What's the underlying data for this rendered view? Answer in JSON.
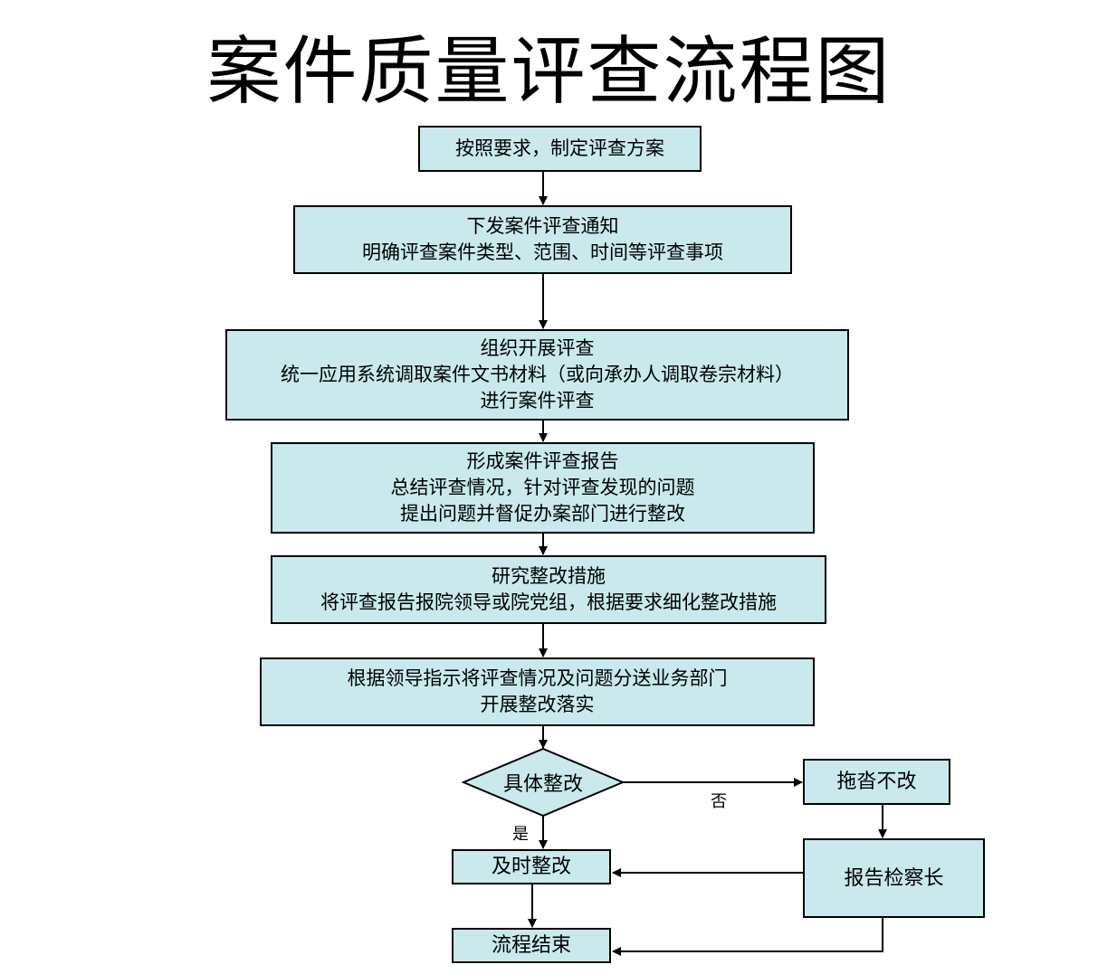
{
  "title": "案件质量评查流程图",
  "colors": {
    "box_fill": "#c9e9ec",
    "border": "#000000"
  },
  "nodes": {
    "plan": {
      "lines": [
        "按照要求，制定评查方案"
      ]
    },
    "notice": {
      "lines": [
        "下发案件评查通知",
        "明确评查案件类型、范围、时间等评查事项"
      ]
    },
    "organize": {
      "lines": [
        "组织开展评查",
        "统一应用系统调取案件文书材料（或向承办人调取卷宗材料）",
        "进行案件评查"
      ]
    },
    "report": {
      "lines": [
        "形成案件评查报告",
        "总结评查情况，针对评查发现的问题",
        "提出问题并督促办案部门进行整改"
      ]
    },
    "research": {
      "lines": [
        "研究整改措施",
        "将评查报告报院领导或院党组，根据要求细化整改措施"
      ]
    },
    "dispatch": {
      "lines": [
        "根据领导指示将评查情况及问题分送业务部门",
        "开展整改落实"
      ]
    },
    "decision": {
      "label": "具体整改"
    },
    "timely": {
      "lines": [
        "及时整改"
      ]
    },
    "delay": {
      "lines": [
        "拖沓不改"
      ]
    },
    "chief": {
      "lines": [
        "报告检察长"
      ]
    },
    "end": {
      "lines": [
        "流程结束"
      ]
    }
  },
  "edge_labels": {
    "no": "否",
    "yes": "是"
  }
}
